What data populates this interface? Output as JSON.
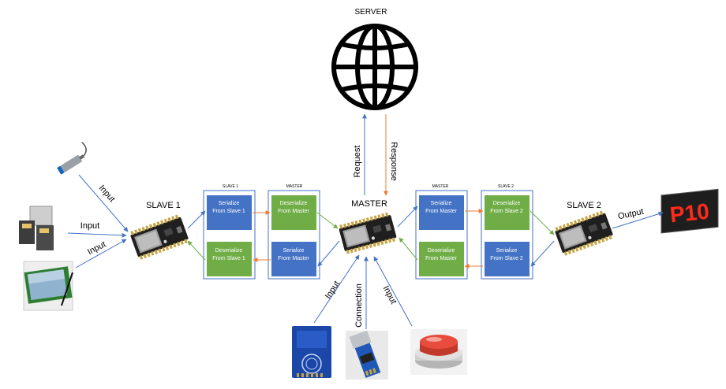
{
  "labels": {
    "server": "SERVER",
    "slave1": "SLAVE 1",
    "master": "MASTER",
    "slave2": "SLAVE 2",
    "request": "Request",
    "response": "Response",
    "input_sensor": "Input",
    "input_relay": "Input",
    "input_screen": "Input",
    "input_rfid": "Input",
    "connection": "Connection",
    "input_button": "Input",
    "output": "Output",
    "display_text": "P10"
  },
  "groups": {
    "g1": {
      "title": "SLAVE 1",
      "top": "Serialize From Slave 1",
      "bottom": "Deserialize From Slave 1"
    },
    "g2": {
      "title": "MASTER",
      "top": "Deserialize From Master",
      "bottom": "Serialize From Master"
    },
    "g3": {
      "title": "MASTER",
      "top": "Serialize From Master",
      "bottom": "Deserialize From Master"
    },
    "g4": {
      "title": "SLAVE 2",
      "top": "Deserialize From Slave 2",
      "bottom": "Serialize From Slave 2"
    }
  },
  "colors": {
    "blue_box": "#4472c4",
    "green_box": "#70ad47",
    "arrow_blue": "#4472c4",
    "arrow_orange": "#ed7d31",
    "arrow_green": "#70ad47"
  }
}
